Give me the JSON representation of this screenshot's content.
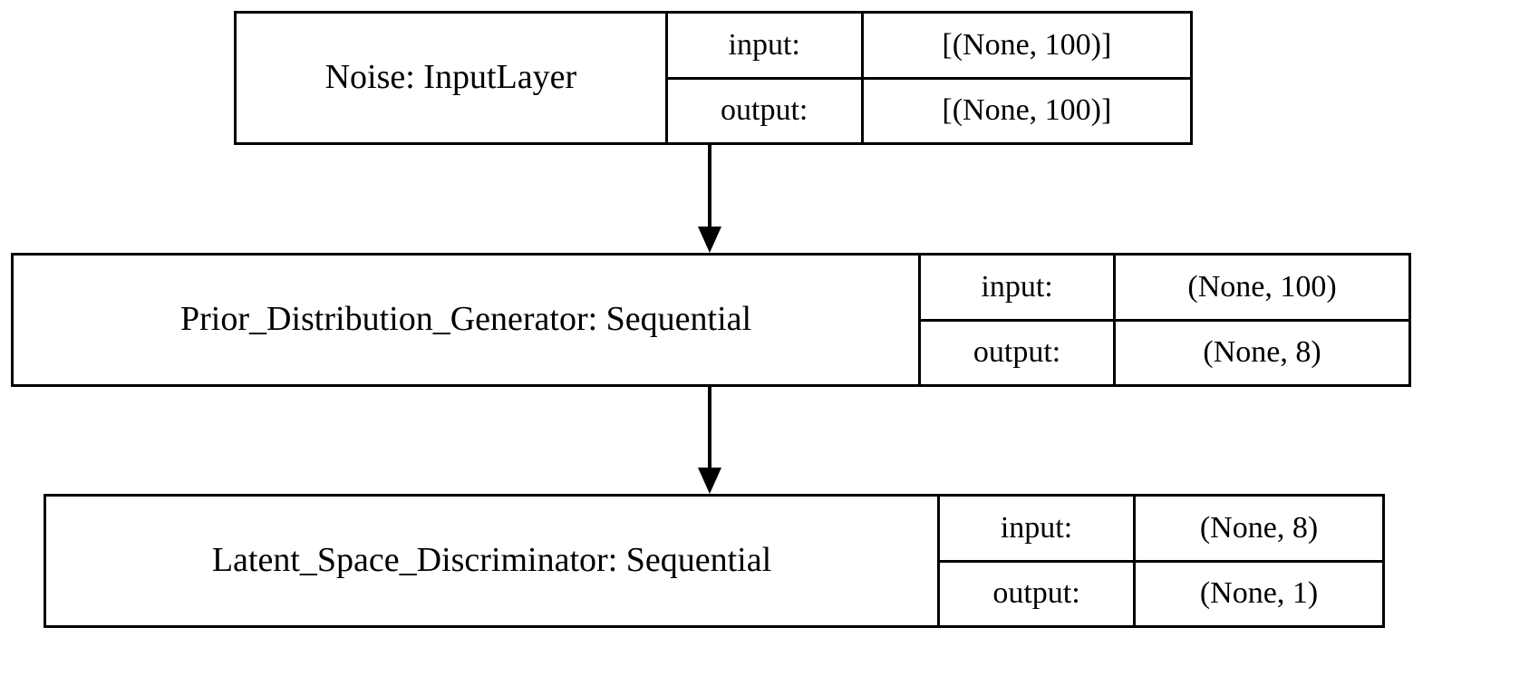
{
  "diagram": {
    "title": "Keras model architecture graph",
    "type": "model-graph",
    "orientation": "top-to-bottom",
    "background_color": "#ffffff",
    "line_color": "#000000",
    "text_color": "#000000",
    "row_labels": {
      "input": "input:",
      "output": "output:"
    },
    "nodes": [
      {
        "id": "noise",
        "name": "Noise: InputLayer",
        "layer_name": "Noise",
        "layer_type": "InputLayer",
        "input_label": "input:",
        "input_shape": "[(None, 100)]",
        "output_label": "output:",
        "output_shape": "[(None, 100)]"
      },
      {
        "id": "generator",
        "name": "Prior_Distribution_Generator: Sequential",
        "layer_name": "Prior_Distribution_Generator",
        "layer_type": "Sequential",
        "input_label": "input:",
        "input_shape": "(None, 100)",
        "output_label": "output:",
        "output_shape": "(None, 8)"
      },
      {
        "id": "discriminator",
        "name": "Latent_Space_Discriminator: Sequential",
        "layer_name": "Latent_Space_Discriminator",
        "layer_type": "Sequential",
        "input_label": "input:",
        "input_shape": "(None, 8)",
        "output_label": "output:",
        "output_shape": "(None, 1)"
      }
    ],
    "edges": [
      {
        "id": "edge-noise-generator",
        "from": "noise",
        "to": "generator",
        "arrow": "arrowhead-down-icon"
      },
      {
        "id": "edge-generator-discriminator",
        "from": "generator",
        "to": "discriminator",
        "arrow": "arrowhead-down-icon"
      }
    ]
  }
}
